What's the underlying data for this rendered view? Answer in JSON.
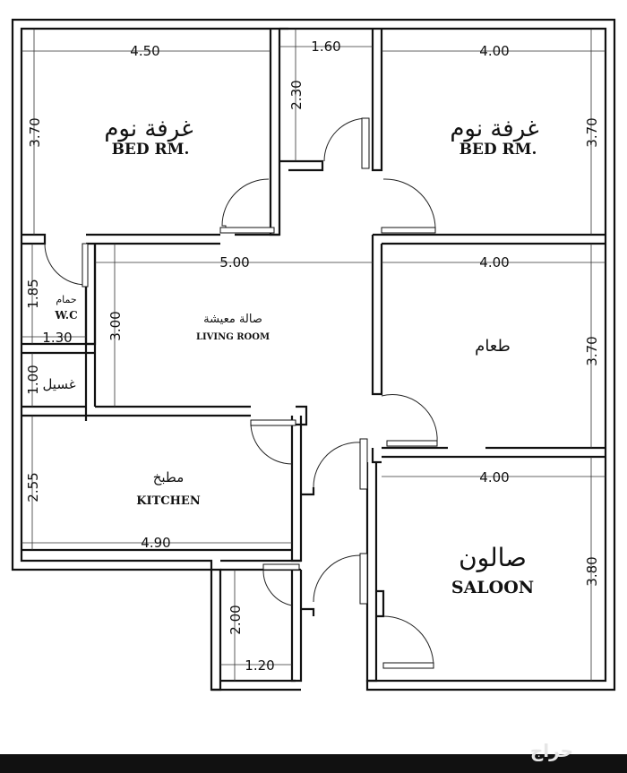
{
  "rooms": {
    "bedroom_left": {
      "label_ar": "غرفة نوم",
      "label_en": "BED RM."
    },
    "bedroom_right": {
      "label_ar": "غرفة نوم",
      "label_en": "BED RM."
    },
    "wc": {
      "label_ar": "حمام",
      "label_en": "W.C"
    },
    "living": {
      "label_ar": "صالة معيشة",
      "label_en": "LIVING ROOM"
    },
    "dining": {
      "label_ar": "طعام"
    },
    "washing": {
      "label_ar": "غسيل"
    },
    "kitchen": {
      "label_ar": "مطبخ",
      "label_en": "KITCHEN"
    },
    "saloon": {
      "label_ar": "صالون",
      "label_en": "SALOON"
    }
  },
  "dimensions": {
    "bed_left_w": "4.50",
    "bed_left_h": "3.70",
    "corridor_w": "1.60",
    "corridor_h": "2.30",
    "bed_right_w": "4.00",
    "bed_right_h": "3.70",
    "wc_h": "1.85",
    "wc_w": "1.30",
    "living_w": "5.00",
    "living_h": "3.00",
    "dining_w": "4.00",
    "dining_h": "3.70",
    "wash_h": "1.00",
    "kitchen_h": "2.55",
    "kitchen_w": "4.90",
    "saloon_w": "4.00",
    "saloon_h": "3.80",
    "small_room_h": "2.00",
    "small_room_w": "1.20"
  },
  "watermark": "حراج"
}
